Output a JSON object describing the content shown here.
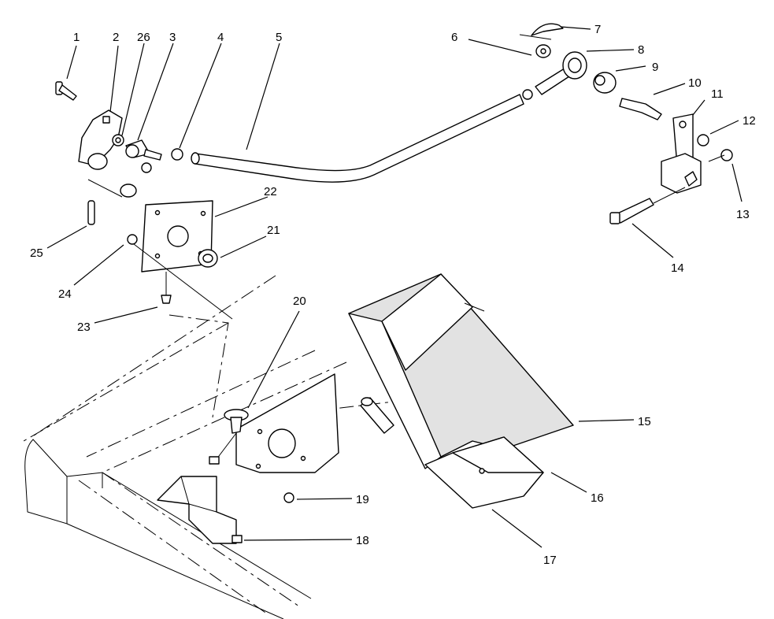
{
  "callouts": [
    {
      "id": "1",
      "text": "1"
    },
    {
      "id": "2",
      "text": "2"
    },
    {
      "id": "26",
      "text": "26"
    },
    {
      "id": "3",
      "text": "3"
    },
    {
      "id": "4",
      "text": "4"
    },
    {
      "id": "5",
      "text": "5"
    },
    {
      "id": "6",
      "text": "6"
    },
    {
      "id": "7",
      "text": "7"
    },
    {
      "id": "8",
      "text": "8"
    },
    {
      "id": "9",
      "text": "9"
    },
    {
      "id": "10",
      "text": "10"
    },
    {
      "id": "11",
      "text": "11"
    },
    {
      "id": "12",
      "text": "12"
    },
    {
      "id": "13",
      "text": "13"
    },
    {
      "id": "14",
      "text": "14"
    },
    {
      "id": "15",
      "text": "15"
    },
    {
      "id": "16",
      "text": "16"
    },
    {
      "id": "17",
      "text": "17"
    },
    {
      "id": "18",
      "text": "18"
    },
    {
      "id": "19",
      "text": "19"
    },
    {
      "id": "20",
      "text": "20"
    },
    {
      "id": "21",
      "text": "21"
    },
    {
      "id": "22",
      "text": "22"
    },
    {
      "id": "23",
      "text": "23"
    },
    {
      "id": "24",
      "text": "24"
    },
    {
      "id": "25",
      "text": "25"
    }
  ]
}
